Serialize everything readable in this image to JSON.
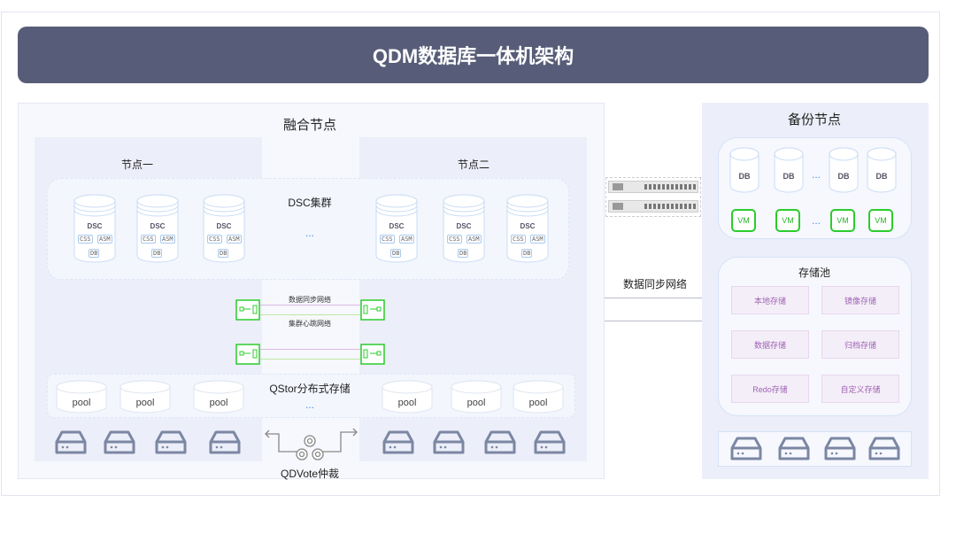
{
  "title": "QDM数据库一体机架构",
  "fusion": {
    "title": "融合节点",
    "node1": "节点一",
    "node2": "节点二",
    "dsc_cluster": "DSC集群",
    "dsc_label": "DSC",
    "dsc_tags": [
      "CSS",
      "ASM",
      "DB"
    ],
    "ellipsis": "...",
    "network_sync": "数据同步网络",
    "network_heartbeat": "集群心跳网络",
    "qstor": "QStor分布式存储",
    "pool": "pool",
    "qdvote": "QDVote仲裁"
  },
  "sync_network": "数据同步网络",
  "backup": {
    "title": "备份节点",
    "db": "DB",
    "vm": "VM",
    "ellipsis": "...",
    "storage_pool": "存储池",
    "storage_items": [
      "本地存储",
      "镜像存储",
      "数据存储",
      "归档存储",
      "Redo存储",
      "自定义存储"
    ]
  },
  "colors": {
    "title_bg": "#575d78",
    "vm_green": "#2bcc2b",
    "storage_purple": "#9f64b4",
    "sync_line": "#d9b8e6",
    "heartbeat_line": "#bfe6a8"
  }
}
